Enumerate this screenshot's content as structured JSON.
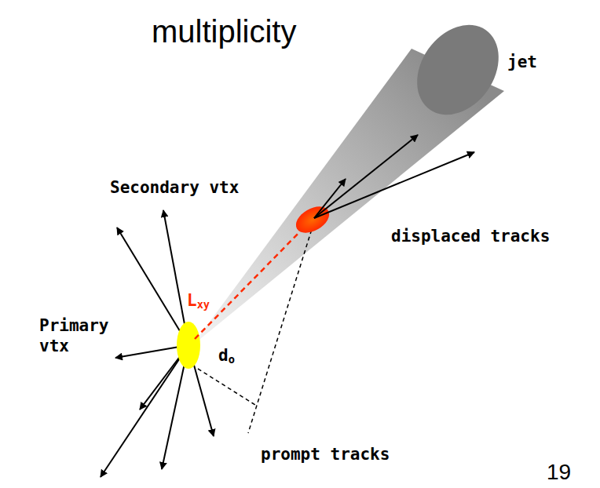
{
  "diagram": {
    "title": "multiplicity",
    "labels": [
      "jet",
      "Secondary vtx",
      "Lxy",
      "displaced tracks",
      "Primary vtx",
      "do",
      "prompt tracks",
      "19"
    ]
  }
}
